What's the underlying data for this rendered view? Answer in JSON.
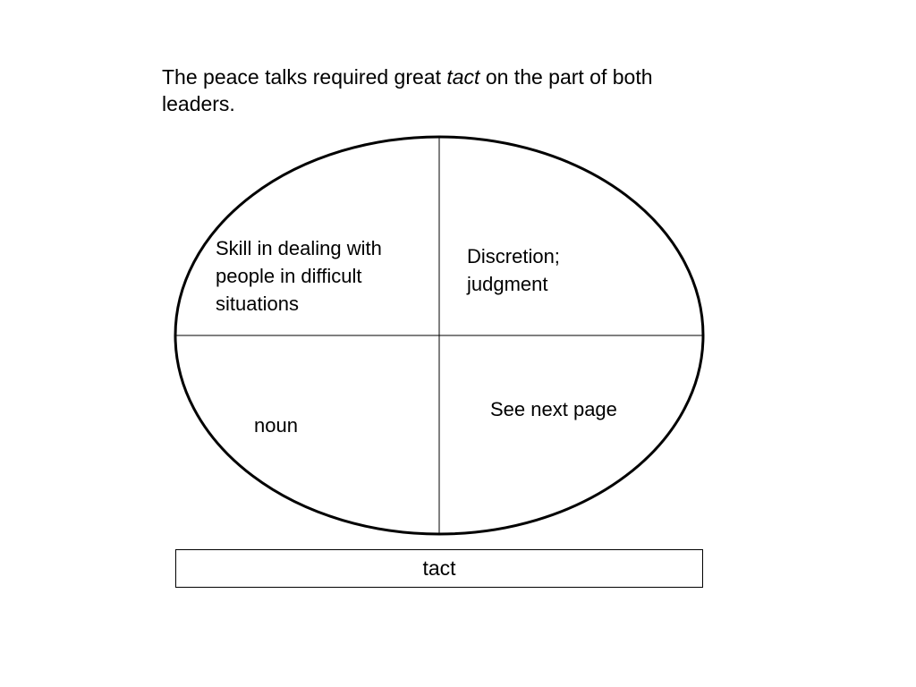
{
  "sentence": {
    "before": "The peace talks required great ",
    "word": "tact",
    "after": " on the part of both leaders."
  },
  "quadrants": {
    "definition": "Skill in dealing with people in difficult situations",
    "synonyms": "Discretion; judgment",
    "part_of_speech": "noun",
    "more": "See next page"
  },
  "word_box": {
    "label": "tact"
  },
  "colors": {
    "line": "#000000",
    "background": "#ffffff"
  }
}
